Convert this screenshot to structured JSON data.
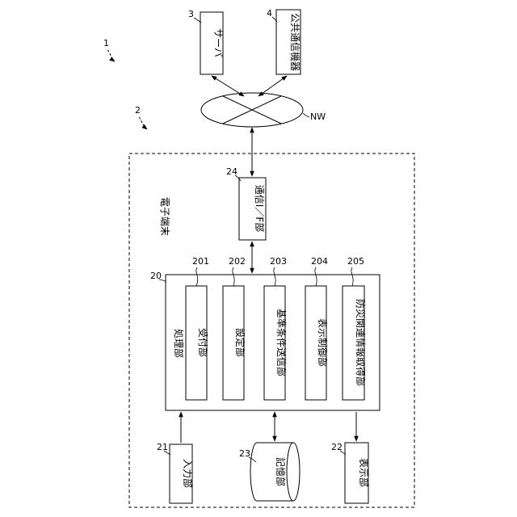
{
  "labels": {
    "system_ref": "1",
    "terminal_ref": "2",
    "server_ref": "3",
    "public_comm_ref": "4",
    "processor_ref": "20",
    "input_ref": "21",
    "display_ref": "22",
    "storage_ref": "23",
    "comm_if_ref": "24",
    "receiver_ref": "201",
    "setter_ref": "202",
    "sender_ref": "203",
    "display_ctrl_ref": "204",
    "disaster_ref": "205",
    "network": "NW"
  },
  "blocks": {
    "server": "サーバ",
    "public_comm": "公共通信機器",
    "terminal": "電子端末",
    "comm_if": "通信I／F部",
    "processor": "処理部",
    "receiver": "受付部",
    "setter": "設定部",
    "sender": "基準条件送信部",
    "display_ctrl": "表示制御部",
    "disaster": "防災関連情報取得部",
    "input": "入力部",
    "storage": "記憶部",
    "display": "表示部"
  }
}
